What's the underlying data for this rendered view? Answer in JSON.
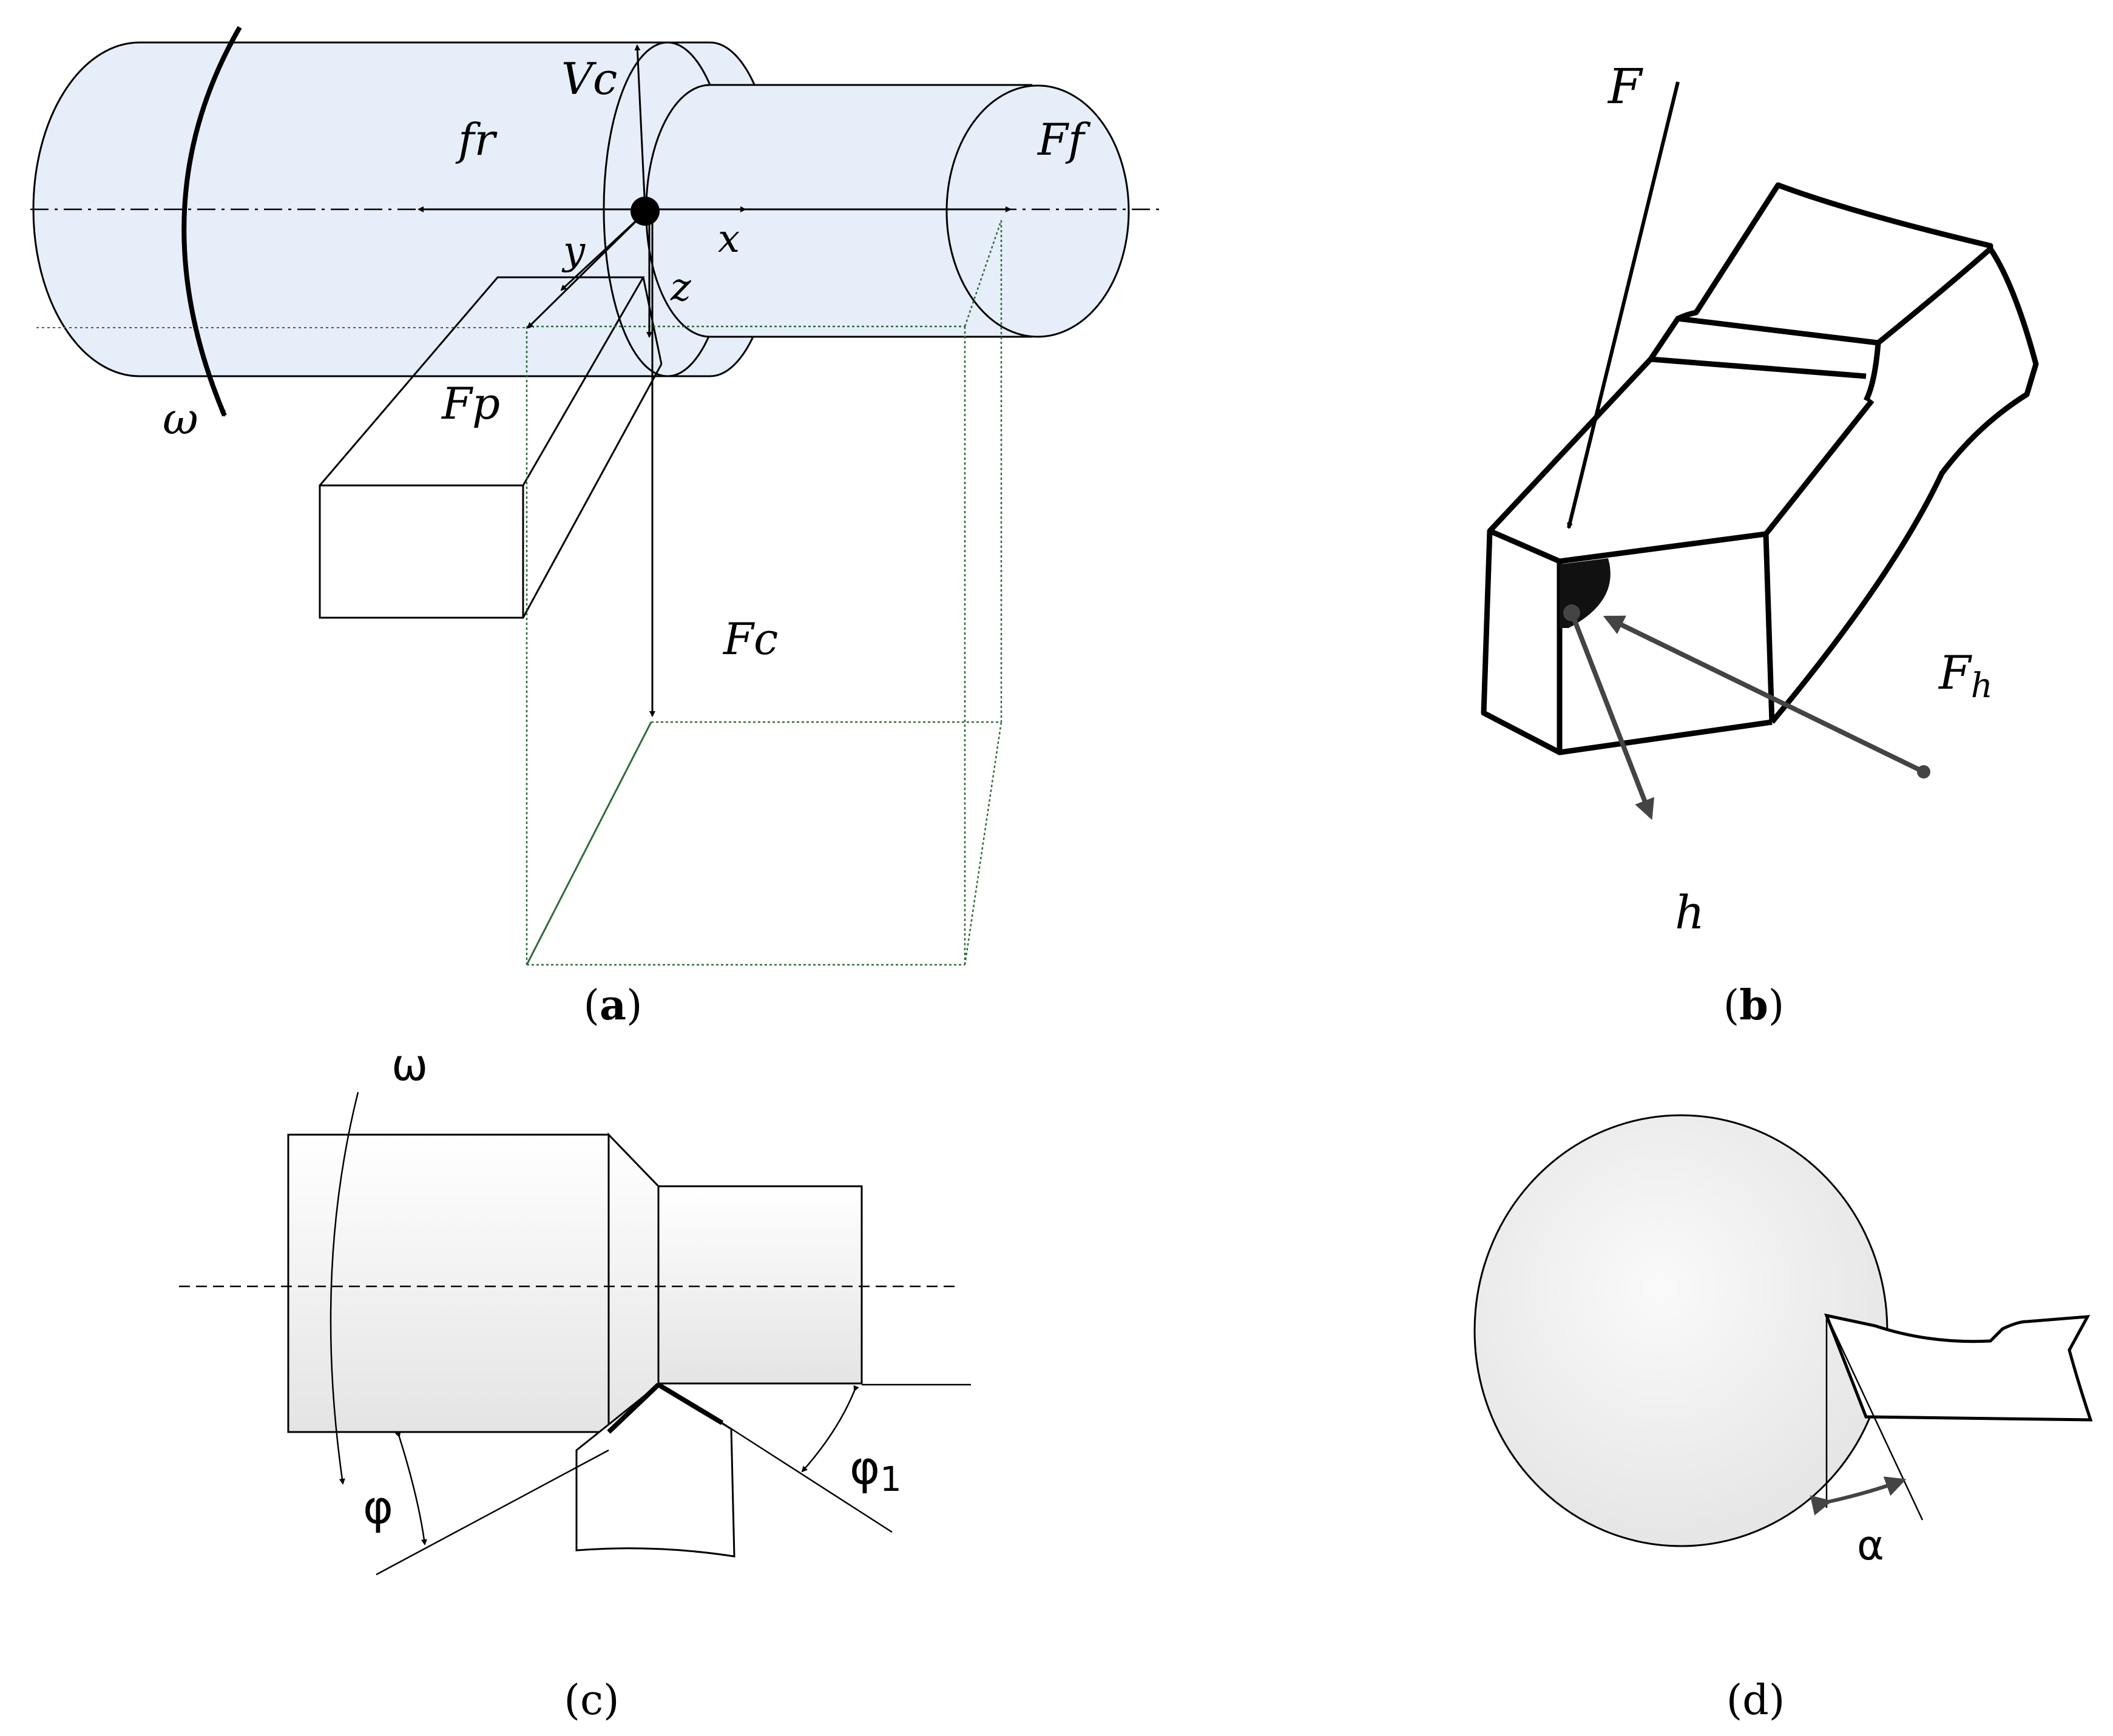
{
  "panel_a": {
    "caption_open": "(",
    "caption_letter": "a",
    "caption_close": ")",
    "labels": {
      "vc": "Vc",
      "fr": "fr",
      "ff": "Ff",
      "x": "x",
      "y": "y",
      "z": "z",
      "fp": "Fp",
      "fc": "Fc",
      "omega": "ω"
    }
  },
  "panel_b": {
    "caption_open": "(",
    "caption_letter": "b",
    "caption_close": ")",
    "labels": {
      "f": "F",
      "fh_main": "F",
      "fh_sub": "h",
      "h": "h"
    }
  },
  "panel_c": {
    "caption": "(c)",
    "labels": {
      "omega": "ω",
      "phi": "φ",
      "phi1_main": "φ",
      "phi1_sub": "1"
    }
  },
  "panel_d": {
    "caption": "(d)",
    "labels": {
      "alpha": "α"
    }
  },
  "colors": {
    "cylinder_fill": "#e6eef9",
    "part_fill": "#f2f2f2",
    "green_box": "#2e6b3a",
    "line": "#000000"
  }
}
